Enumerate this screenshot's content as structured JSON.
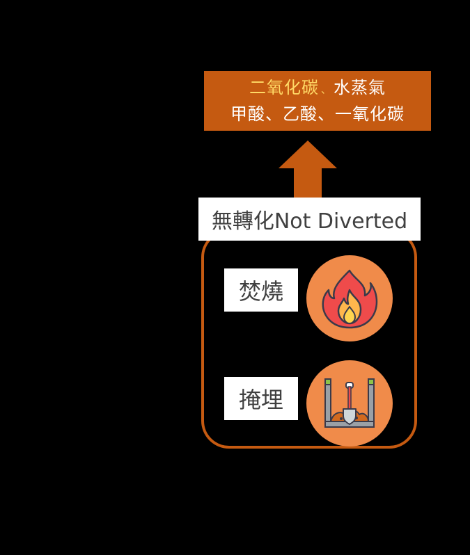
{
  "output": {
    "line1_a": "二氧化碳",
    "line1_sep": "、",
    "line1_b": "水蒸氣",
    "line2": "甲酸、乙酸、一氧化碳"
  },
  "label": "無轉化Not Diverted",
  "methods": [
    {
      "label": "焚燒",
      "icon": "fire-icon"
    },
    {
      "label": "掩埋",
      "icon": "landfill-shovel-icon"
    }
  ],
  "colors": {
    "accent": "#c55a11",
    "highlight": "#ffd966",
    "icon_bg": "#f08b4a",
    "label_text": "#404040"
  }
}
